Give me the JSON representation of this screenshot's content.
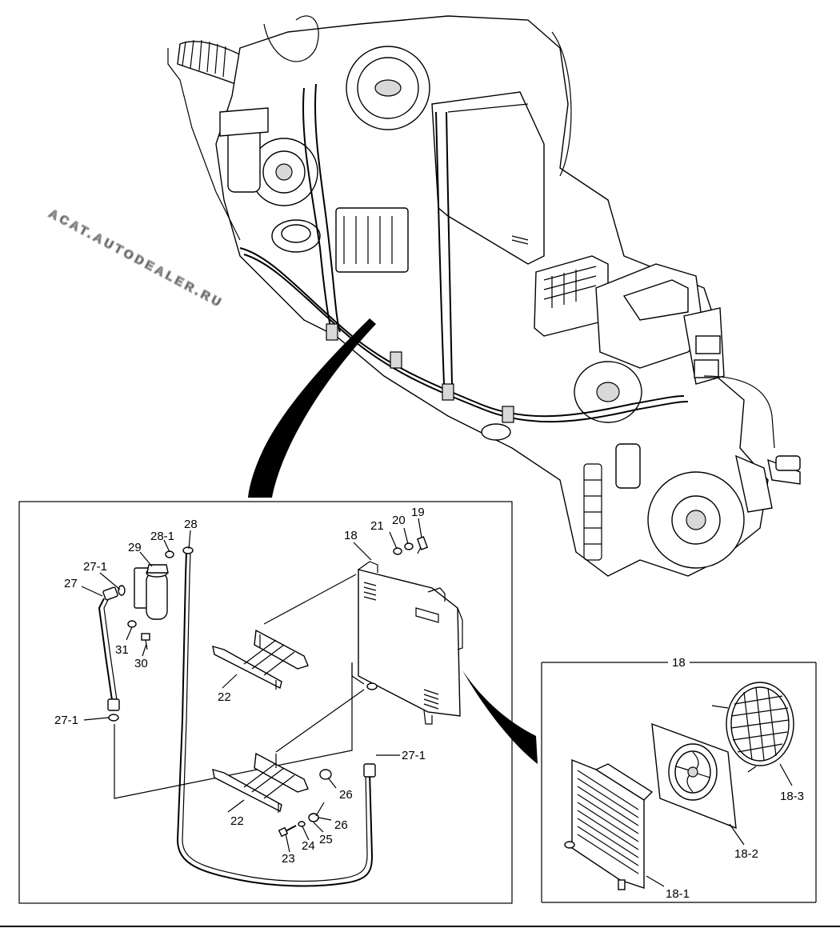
{
  "watermark": "ACAT.AUTODEALER.RU",
  "callouts": {
    "c18": "18",
    "c19": "19",
    "c20": "20",
    "c21": "21",
    "c22a": "22",
    "c22b": "22",
    "c23": "23",
    "c24": "24",
    "c25": "25",
    "c26a": "26",
    "c26b": "26",
    "c27": "27",
    "c27_1a": "27-1",
    "c27_1b": "27-1",
    "c27_1c": "27-1",
    "c28": "28",
    "c28_1": "28-1",
    "c29": "29",
    "c30": "30",
    "c31": "31",
    "d18": "18",
    "d18_1": "18-1",
    "d18_2": "18-2",
    "d18_3": "18-3"
  }
}
